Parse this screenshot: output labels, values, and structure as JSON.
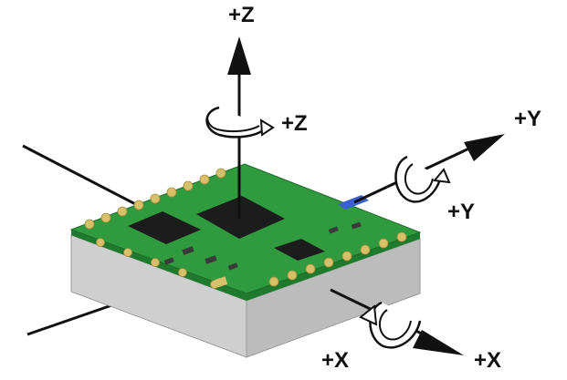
{
  "diagram": {
    "axes": {
      "z": {
        "label": "+Z",
        "rotation_label": "+Z"
      },
      "y": {
        "label": "+Y",
        "rotation_label": "+Y"
      },
      "x": {
        "label": "+X",
        "rotation_label": "+X"
      }
    },
    "colors": {
      "board_green": "#2f9a3e",
      "board_green_dark": "#1e7a2c",
      "side_gray": "#cfcfcf",
      "side_gray_dark": "#b8b8b8",
      "chip_black": "#1c1c1c",
      "pad_gold": "#d8c06a",
      "axis_black": "#111111",
      "marker_blue": "#3a5fd0"
    }
  }
}
